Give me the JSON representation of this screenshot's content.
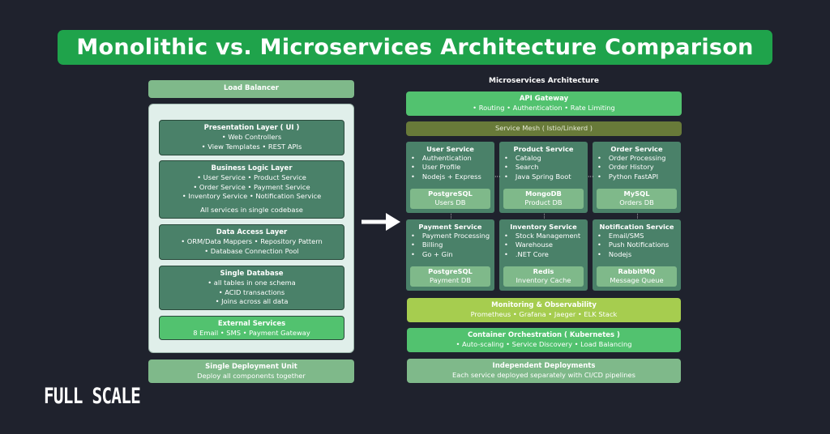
{
  "title": "Monolithic vs. Microservices Architecture Comparison",
  "monolith": {
    "load_balancer": "Load Balancer",
    "layers": [
      {
        "title": "Presentation Layer ( UI )",
        "lines": [
          "• Web Controllers",
          "• View Templates • REST APIs"
        ]
      },
      {
        "title": "Business Logic Layer",
        "lines": [
          "• User Service • Product Service",
          "• Order Service • Payment Service",
          "• Inventory Service • Notification Service"
        ],
        "note": "All services in single codebase"
      },
      {
        "title": "Data Access Layer",
        "lines": [
          "• ORM/Data Mappers • Repository Pattern",
          "• Database Connection Pool"
        ]
      },
      {
        "title": "Single Database",
        "lines": [
          "• all tables in one schema",
          "• ACID transactions",
          "• Joins across all data"
        ]
      },
      {
        "title": "External Services",
        "lines": [
          "8 Email • SMS • Payment Gateway"
        ]
      }
    ],
    "deployment": {
      "title": "Single Deployment Unit",
      "text": "Deploy all components together"
    }
  },
  "micro": {
    "heading": "Microservices Architecture",
    "gateway": {
      "title": "API Gateway",
      "text": "• Routing • Authentication • Rate Limiting"
    },
    "mesh": "Service Mesh ( Istio/Linkerd )",
    "services": [
      {
        "name": "User Service",
        "items": [
          "Authentication",
          "User Profile",
          "Nodejs + Express"
        ],
        "db": "PostgreSQL",
        "db_label": "Users DB"
      },
      {
        "name": "Product Service",
        "items": [
          "Catalog",
          "Search",
          "Java Spring Boot"
        ],
        "db": "MongoDB",
        "db_label": "Product DB"
      },
      {
        "name": "Order Service",
        "items": [
          "Order Processing",
          "Order History",
          "Python FastAPI"
        ],
        "db": "MySQL",
        "db_label": "Orders DB"
      },
      {
        "name": "Payment Service",
        "items": [
          "Payment Processing",
          "Billing",
          "Go + Gin"
        ],
        "db": "PostgreSQL",
        "db_label": "Payment DB"
      },
      {
        "name": "Inventory Service",
        "items": [
          "Stock Management",
          "Warehouse",
          ".NET Core"
        ],
        "db": "Redis",
        "db_label": "Inventory Cache"
      },
      {
        "name": "Notification Service",
        "items": [
          "Email/SMS",
          "Push Notifications",
          "Nodejs"
        ],
        "db": "RabbitMQ",
        "db_label": "Message Queue"
      }
    ],
    "monitoring": {
      "title": "Monitoring & Observability",
      "text": "Prometheus • Grafana • Jaeger • ELK Stack"
    },
    "orchestration": {
      "title": "Container Orchestration ( Kubernetes )",
      "text": "• Auto-scaling • Service Discovery • Load Balancing"
    },
    "deployments": {
      "title": "Independent Deployments",
      "text": "Each service deployed separately with CI/CD pipelines"
    }
  },
  "logo": "FULL SCALE",
  "colors": {
    "background": "#1f222d",
    "title": "#1fa34b",
    "layer": "#4a8169",
    "light": "#7fb98a",
    "bright": "#52c26f",
    "lime": "#a6cd4f",
    "mesh": "#687a39"
  }
}
